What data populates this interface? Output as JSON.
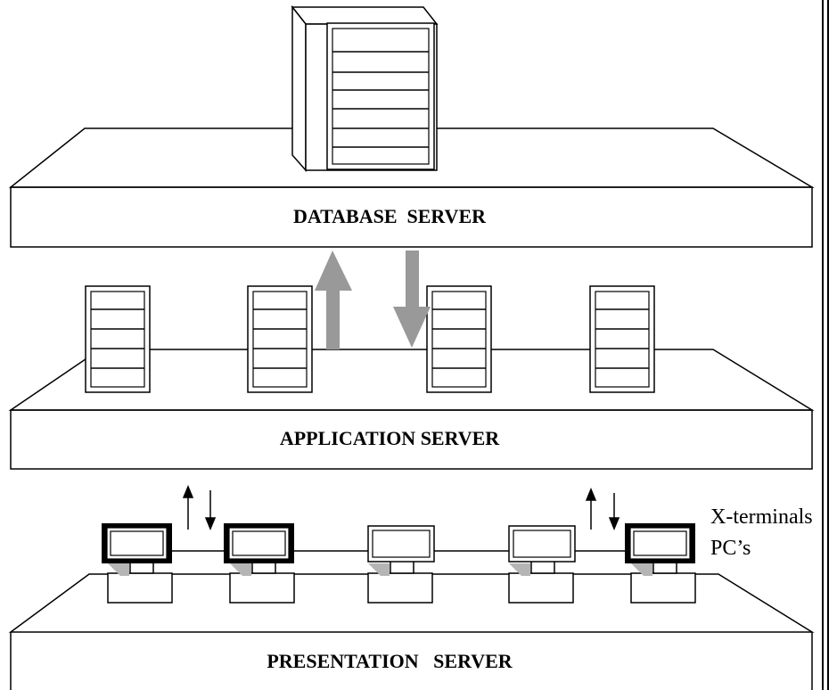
{
  "tiers": {
    "database": {
      "label": "DATABASE  SERVER",
      "server_count": 1
    },
    "application": {
      "label": "APPLICATION SERVER",
      "server_count": 4
    },
    "presentation": {
      "label": "PRESENTATION   SERVER",
      "terminal_count": 5
    }
  },
  "client_labels": {
    "line1": "X-terminals",
    "line2": "PC’s"
  },
  "colors": {
    "line": "#000000",
    "background": "#ffffff",
    "arrow_fill": "#999999",
    "screen_shadow": "#b5b5b5"
  }
}
